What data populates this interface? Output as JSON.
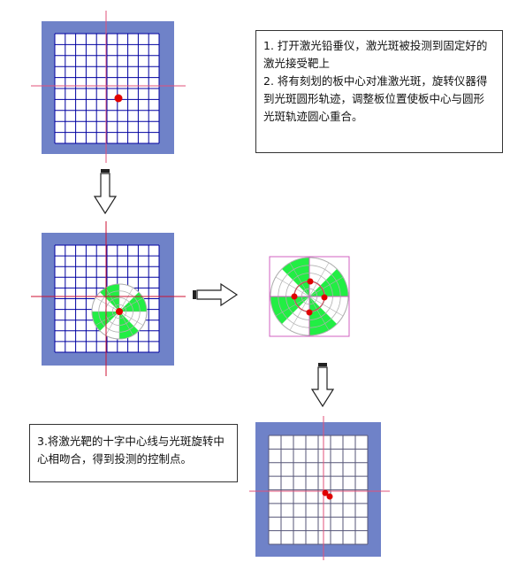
{
  "notes": {
    "step1": "1. 打开激光铅垂仪，激光斑被投测到固定好的激光接受靶上",
    "step2": "2. 将有刻划的板中心对准激光斑，旋转仪器得到光斑圆形轨迹，调整板位置使板中心与圆形光斑轨迹圆心重合。",
    "step3": "3.将激光靶的十字中心线与光斑旋转中心相吻合，得到投测的控制点。"
  },
  "colors": {
    "frame": "#6f82c8",
    "grid": "#0000a0",
    "crosshair": "#e0507a",
    "spot": "#e00000",
    "sector": "#22ee44",
    "sector_ring": "#b0b0b0",
    "arrow": "#222222"
  },
  "icons": [
    "down-arrow-icon",
    "right-arrow-icon",
    "down-arrow-icon"
  ]
}
